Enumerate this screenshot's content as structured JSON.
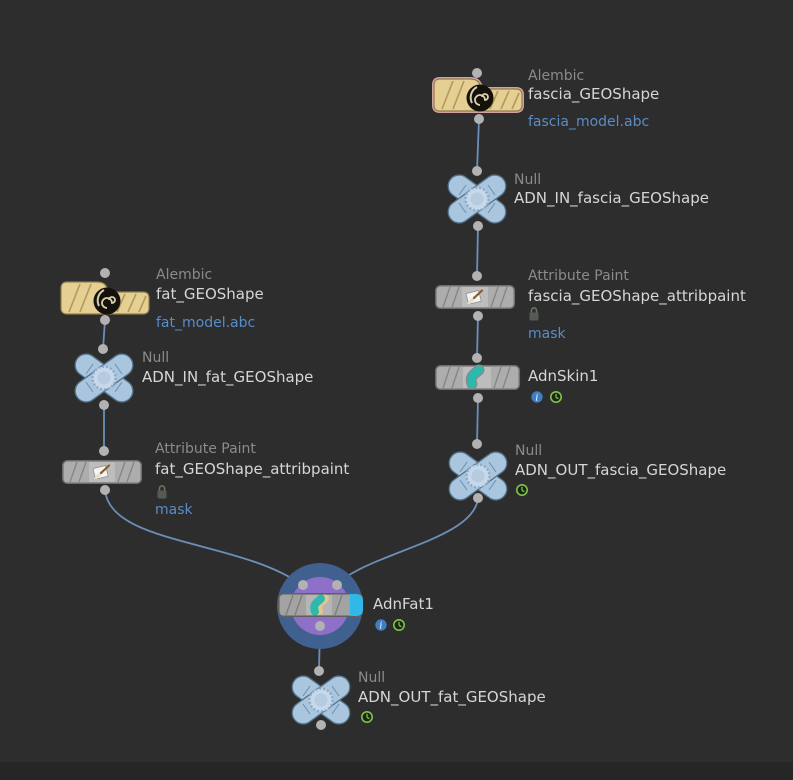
{
  "editor": {
    "background_color": "#2d2d2d",
    "bottom_band_color": "#262626",
    "wire_color": "#6b8fb8",
    "selected_outline_color": "#d4a3a0",
    "link_text_color": "#5a8cc8",
    "name_text_color": "#d6d6d6",
    "type_text_color": "#8b8b8b"
  },
  "nodes": {
    "fascia_alembic": {
      "type_label": "Alembic",
      "name": "fascia_GEOShape",
      "file_label": "fascia_model.abc",
      "selected": true,
      "body_color": "#e5cf92"
    },
    "fascia_in_null": {
      "type_label": "Null",
      "name": "ADN_IN_fascia_GEOShape",
      "body_color": "#a9c6de"
    },
    "fascia_attribpaint": {
      "type_label": "Attribute Paint",
      "name": "fascia_GEOShape_attribpaint",
      "locked": true,
      "link_label": "mask",
      "body_color": "#adadad"
    },
    "adnskin": {
      "name": "AdnSkin1",
      "badges": [
        "info",
        "clock"
      ],
      "body_color": "#adadad"
    },
    "fascia_out_null": {
      "type_label": "Null",
      "name": "ADN_OUT_fascia_GEOShape",
      "badges": [
        "clock"
      ],
      "body_color": "#a9c6de"
    },
    "fat_alembic": {
      "type_label": "Alembic",
      "name": "fat_GEOShape",
      "file_label": "fat_model.abc",
      "body_color": "#e5cf92"
    },
    "fat_in_null": {
      "type_label": "Null",
      "name": "ADN_IN_fat_GEOShape",
      "body_color": "#a9c6de"
    },
    "fat_attribpaint": {
      "type_label": "Attribute Paint",
      "name": "fat_GEOShape_attribpaint",
      "locked": true,
      "link_label": "mask",
      "body_color": "#adadad"
    },
    "adnfat": {
      "name": "AdnFat1",
      "badges": [
        "info",
        "clock"
      ],
      "display_flag": true,
      "selection_ring_color": "#40618f",
      "template_ring_color": "#8e70c8",
      "display_flag_color": "#2fb8e8"
    },
    "fat_out_null": {
      "type_label": "Null",
      "name": "ADN_OUT_fat_GEOShape",
      "badges": [
        "clock"
      ],
      "body_color": "#a9c6de"
    }
  }
}
